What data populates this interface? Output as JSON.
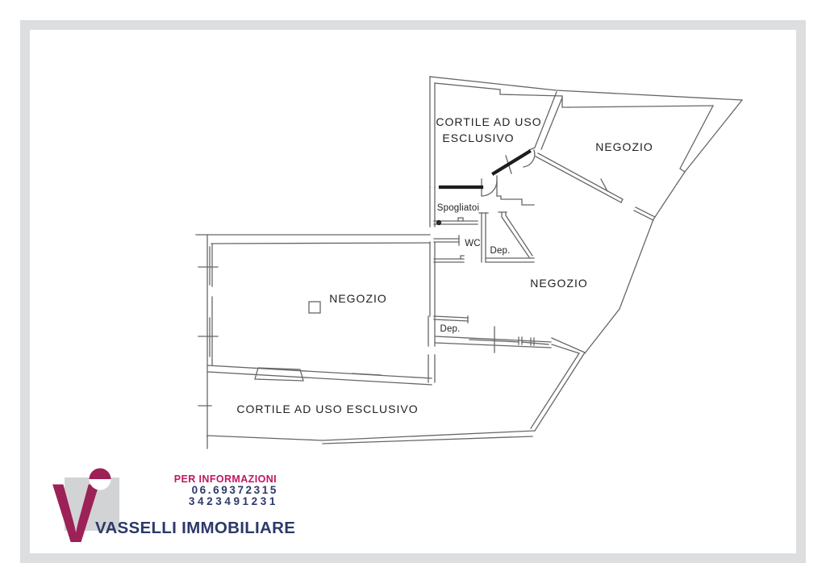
{
  "page": {
    "background": "#ffffff",
    "frame_color": "#dcdee0"
  },
  "floorplan": {
    "wall_color": "#666666",
    "dark_wall_color": "#1d1d1d",
    "text_color": "#1f1f1f",
    "labels": [
      {
        "id": "cortile-top-line1",
        "text": "CORTILE AD USO"
      },
      {
        "id": "cortile-top-line2",
        "text": "ESCLUSIVO"
      },
      {
        "id": "negozio-top-right",
        "text": "NEGOZIO"
      },
      {
        "id": "spogliatoi",
        "text": "Spogliatoi"
      },
      {
        "id": "wc",
        "text": "WC"
      },
      {
        "id": "dep-right",
        "text": "Dep."
      },
      {
        "id": "negozio-central",
        "text": "NEGOZIO"
      },
      {
        "id": "negozio-left",
        "text": "NEGOZIO"
      },
      {
        "id": "dep-bottom",
        "text": "Dep."
      },
      {
        "id": "cortile-bottom",
        "text": "CORTILE AD USO ESCLUSIVO"
      }
    ]
  },
  "footer": {
    "logo": {
      "letter": "V",
      "square_color": "#d2d3d5",
      "letter_color": "#9c2156"
    },
    "info_heading": "PER INFORMAZIONI",
    "phones": [
      "06.69372315",
      "3423491231"
    ],
    "brand": "VASSELLI IMMOBILIARE",
    "heading_color": "#c0175f",
    "brand_color": "#2c3968"
  }
}
